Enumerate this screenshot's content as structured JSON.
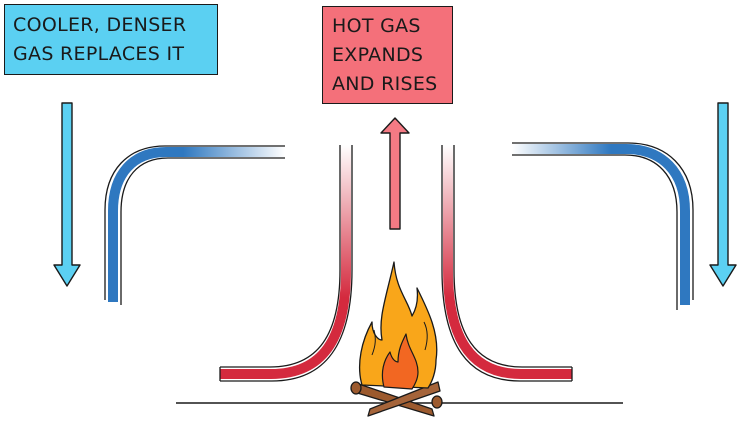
{
  "labels": {
    "cooler": {
      "lines": [
        "COOLER, DENSER",
        "GAS REPLACES IT"
      ]
    },
    "hot": {
      "lines": [
        "HOT GAS",
        "EXPANDS",
        "AND RISES"
      ]
    }
  },
  "colors": {
    "cool_box": "#5BD0F2",
    "hot_box": "#F4707A",
    "cool_arrow": "#5BD0F2",
    "hot_arrow": "#F47A84",
    "cool_current": "#2F78C0",
    "hot_current": "#D42A3E",
    "flame_outer": "#F9A61A",
    "flame_inner": "#F26722",
    "log": "#9C5A2E",
    "ground": "#1a1a1a"
  },
  "icons": [
    "down-arrow-icon",
    "up-arrow-icon",
    "campfire-icon"
  ]
}
